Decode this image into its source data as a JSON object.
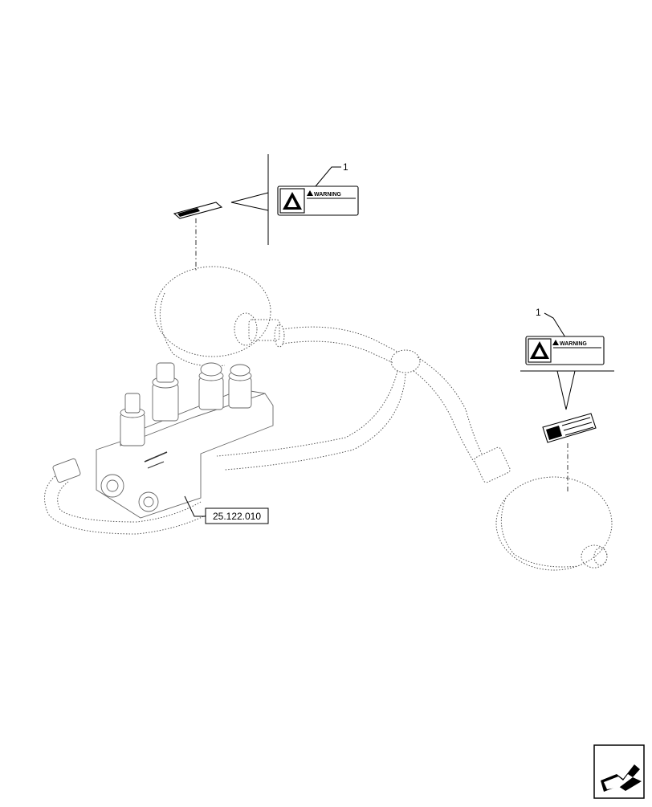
{
  "callouts": [
    {
      "id": "decal-1-top",
      "number": "1",
      "warning_text": "WARNING"
    },
    {
      "id": "decal-1-right",
      "number": "1",
      "warning_text": "WARNING"
    }
  ],
  "reference": {
    "code": "25.122.010"
  },
  "colors": {
    "ink": "#000000",
    "line_gray": "#555555",
    "paper": "#ffffff"
  },
  "icons": {
    "next_page": "next-page-arrow-icon"
  }
}
